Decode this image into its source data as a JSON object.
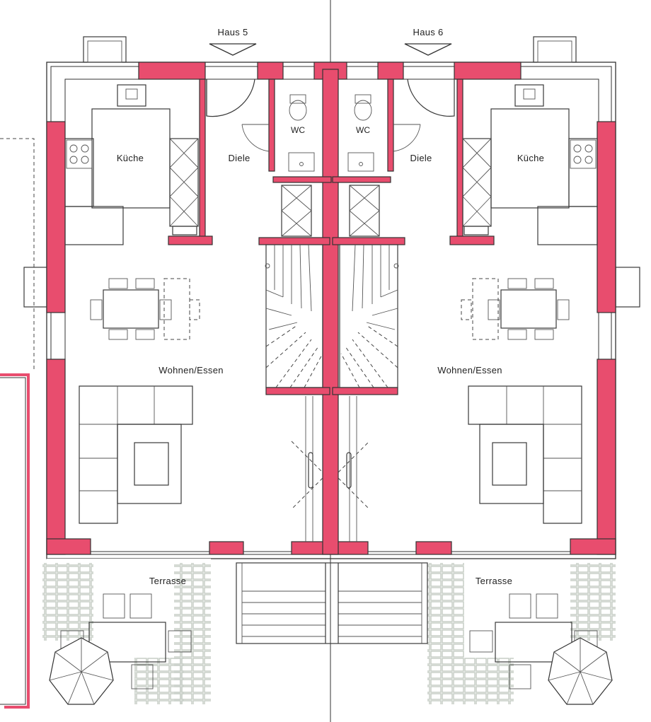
{
  "colors": {
    "wall": "#e84d6e",
    "outline": "#333333",
    "paving": "#b9c2b8",
    "background": "#ffffff"
  },
  "houses": [
    {
      "name": "Haus 5",
      "rooms": {
        "kitchen": "Küche",
        "hall": "Diele",
        "wc": "WC",
        "living": "Wohnen/Essen",
        "terrace": "Terrasse"
      }
    },
    {
      "name": "Haus 6",
      "rooms": {
        "kitchen": "Küche",
        "hall": "Diele",
        "wc": "WC",
        "living": "Wohnen/Essen",
        "terrace": "Terrasse"
      }
    }
  ],
  "icons": [
    "entrance-arrow-icon",
    "toilet-icon",
    "sink-icon",
    "stove-icon",
    "staircase-icon",
    "parasol-icon",
    "chair-icon",
    "sofa-icon",
    "table-icon"
  ]
}
